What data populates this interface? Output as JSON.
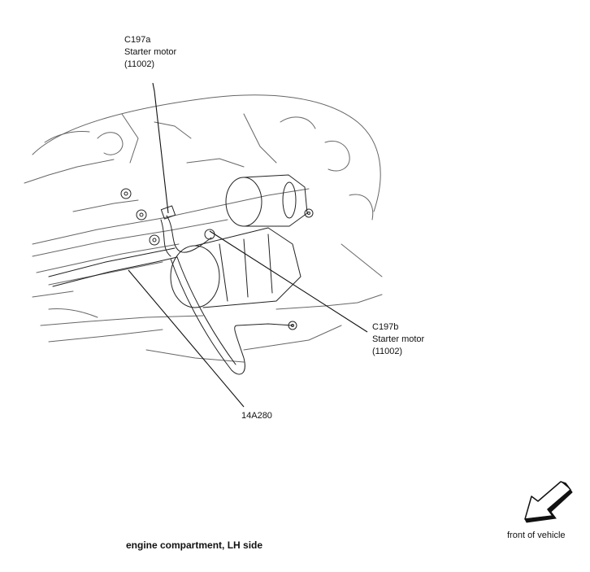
{
  "callouts": {
    "c197a": {
      "id": "C197a",
      "name": "Starter motor",
      "part": "(11002)"
    },
    "c197b": {
      "id": "C197b",
      "name": "Starter motor",
      "part": "(11002)"
    },
    "harness": {
      "id": "14A280"
    }
  },
  "caption": "engine compartment, LH side",
  "orientation": {
    "label": "front of vehicle",
    "icon": "front-arrow-icon"
  },
  "colors": {
    "ink": "#111111",
    "background": "#ffffff"
  }
}
